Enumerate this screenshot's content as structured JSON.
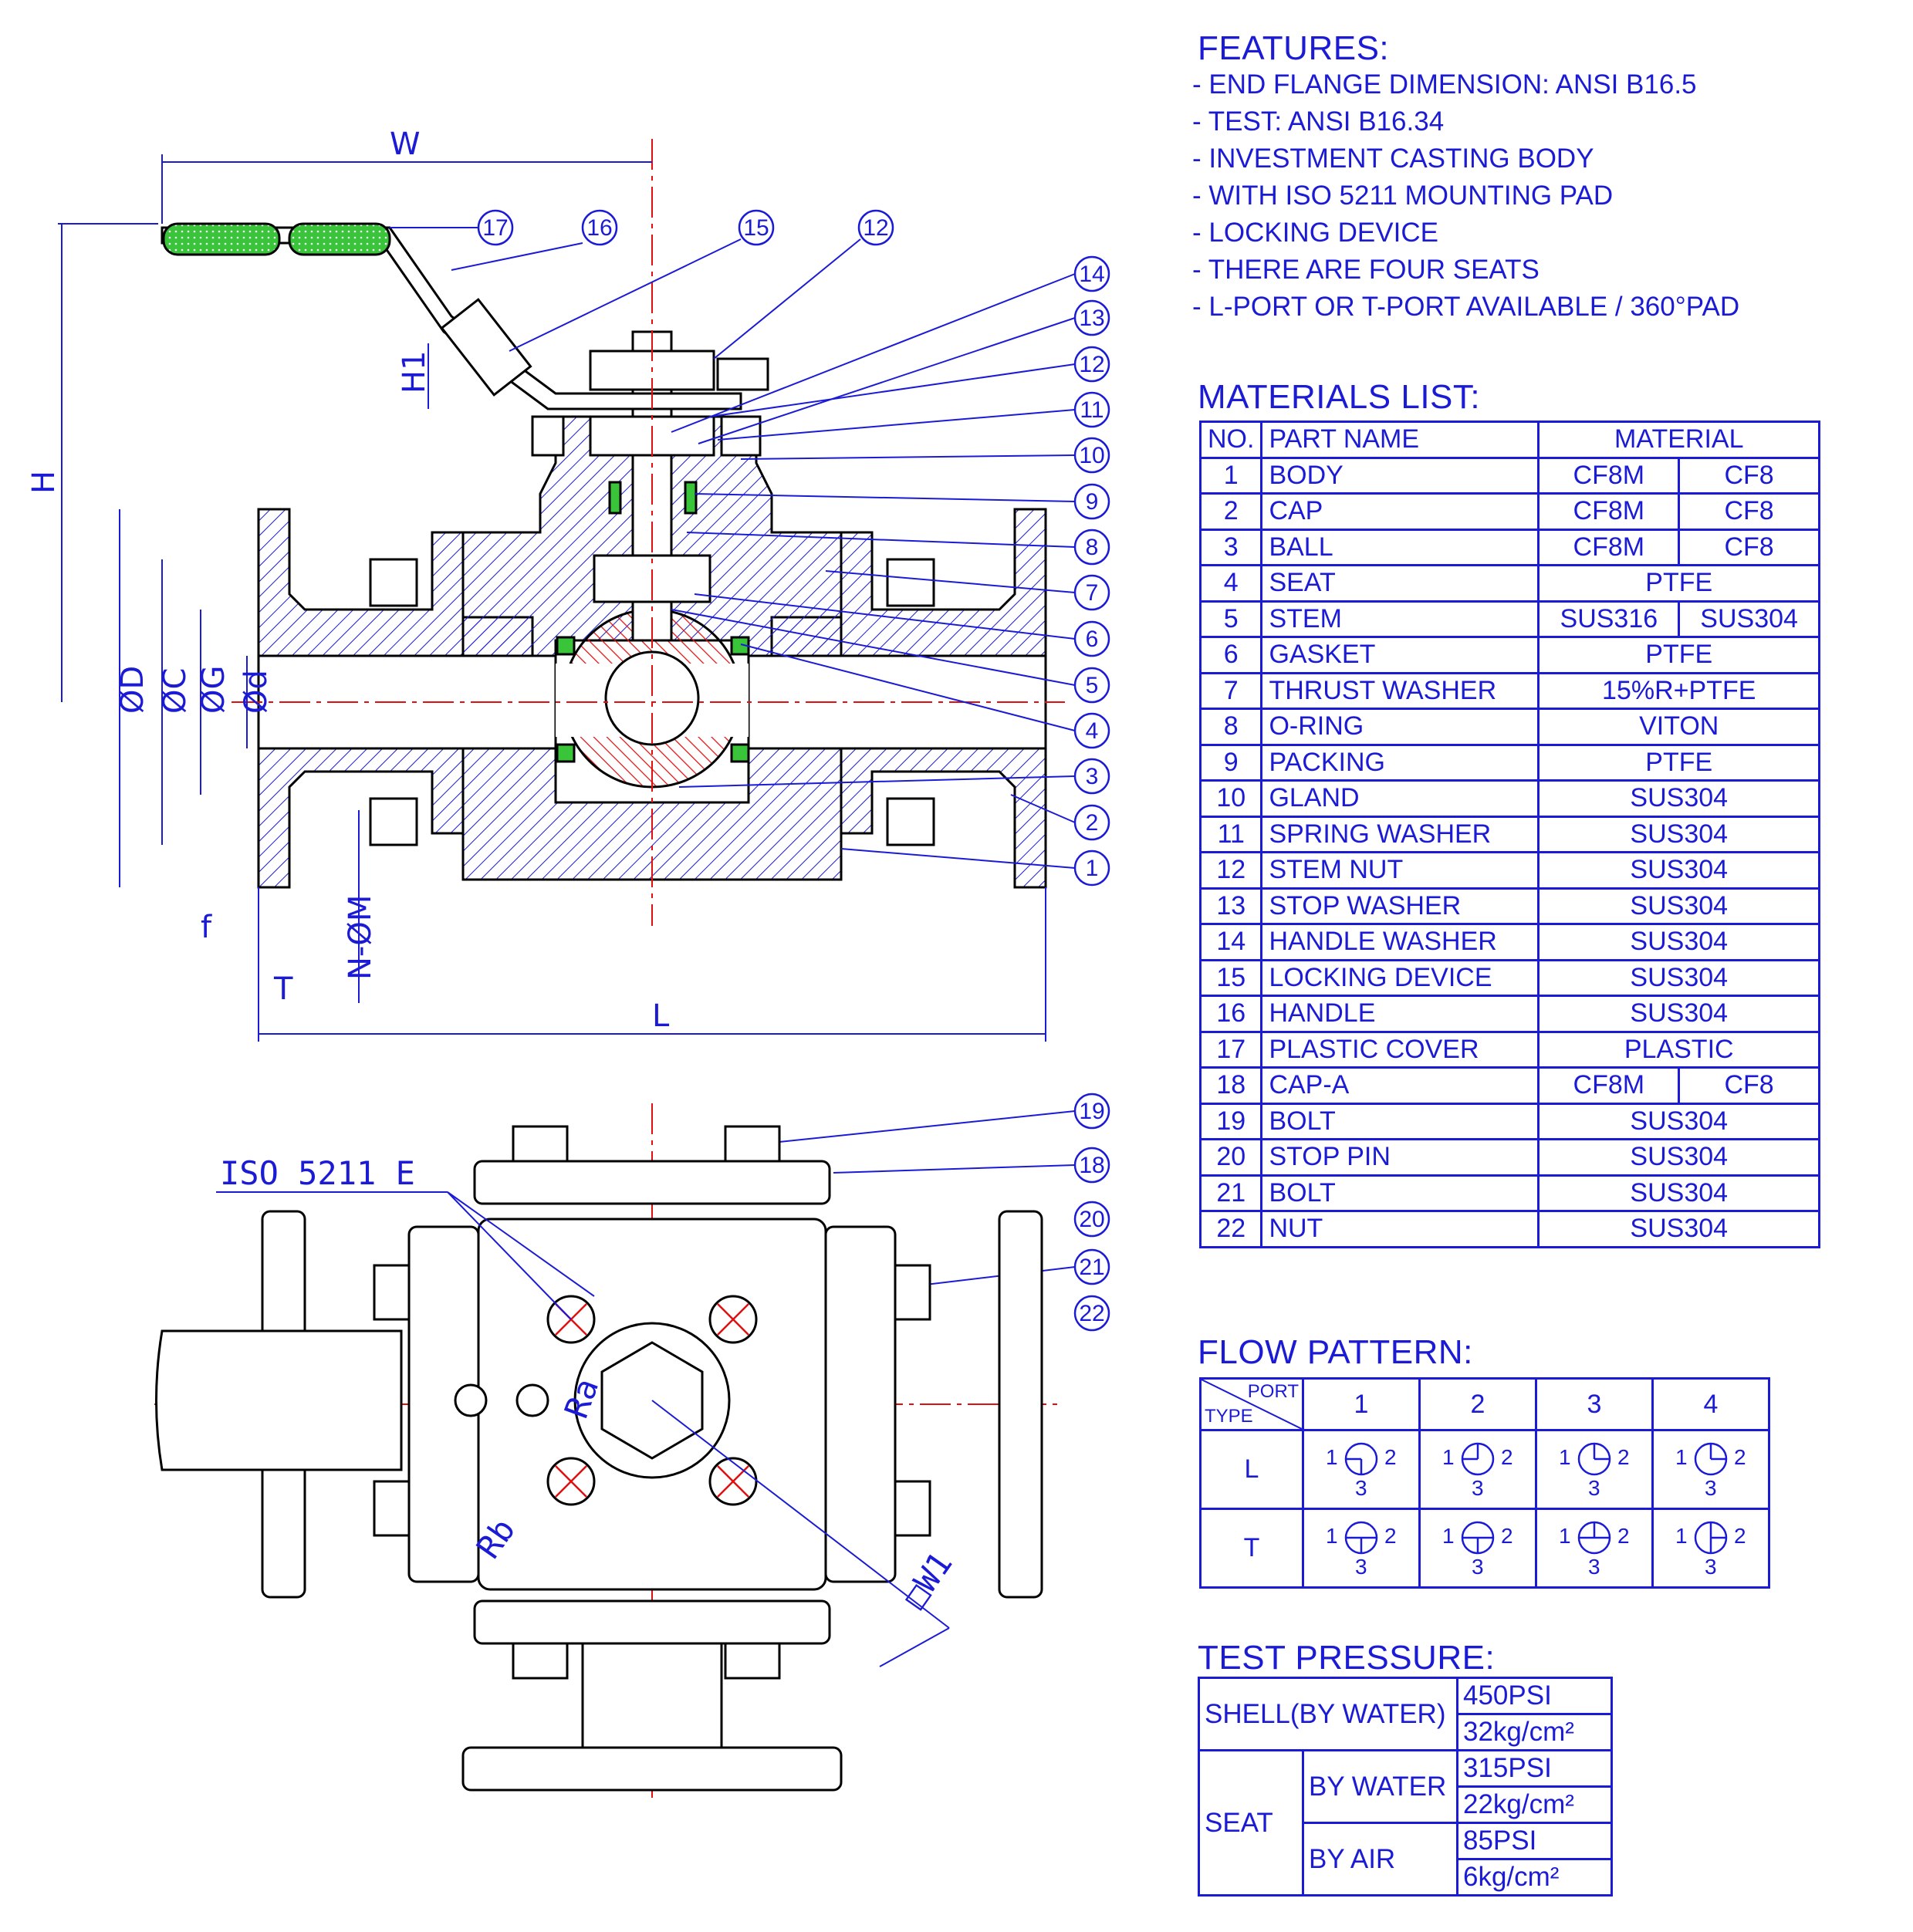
{
  "features": {
    "title": "FEATURES:",
    "items": [
      "END FLANGE DIMENSION: ANSI B16.5",
      "TEST: ANSI B16.34",
      "INVESTMENT CASTING BODY",
      "WITH ISO 5211 MOUNTING PAD",
      "LOCKING DEVICE",
      "THERE ARE FOUR SEATS",
      "L-PORT OR T-PORT AVAILABLE /  360°PAD"
    ]
  },
  "materials": {
    "title": "MATERIALS LIST:",
    "headers": [
      "NO.",
      "PART NAME",
      "MATERIAL"
    ],
    "rows": [
      {
        "no": "1",
        "name": "BODY",
        "m1": "CF8M",
        "m2": "CF8"
      },
      {
        "no": "2",
        "name": "CAP",
        "m1": "CF8M",
        "m2": "CF8"
      },
      {
        "no": "3",
        "name": "BALL",
        "m1": "CF8M",
        "m2": "CF8"
      },
      {
        "no": "4",
        "name": "SEAT",
        "m": "PTFE"
      },
      {
        "no": "5",
        "name": "STEM",
        "m1": "SUS316",
        "m2": "SUS304"
      },
      {
        "no": "6",
        "name": "GASKET",
        "m": "PTFE"
      },
      {
        "no": "7",
        "name": "THRUST WASHER",
        "m": "15%R+PTFE"
      },
      {
        "no": "8",
        "name": "O-RING",
        "m": "VITON"
      },
      {
        "no": "9",
        "name": "PACKING",
        "m": "PTFE"
      },
      {
        "no": "10",
        "name": "GLAND",
        "m": "SUS304"
      },
      {
        "no": "11",
        "name": "SPRING WASHER",
        "m": "SUS304"
      },
      {
        "no": "12",
        "name": "STEM NUT",
        "m": "SUS304"
      },
      {
        "no": "13",
        "name": "STOP WASHER",
        "m": "SUS304"
      },
      {
        "no": "14",
        "name": "HANDLE WASHER",
        "m": "SUS304"
      },
      {
        "no": "15",
        "name": "LOCKING DEVICE",
        "m": "SUS304"
      },
      {
        "no": "16",
        "name": "HANDLE",
        "m": "SUS304"
      },
      {
        "no": "17",
        "name": "PLASTIC COVER",
        "m": "PLASTIC"
      },
      {
        "no": "18",
        "name": "CAP-A",
        "m1": "CF8M",
        "m2": "CF8"
      },
      {
        "no": "19",
        "name": "BOLT",
        "m": "SUS304"
      },
      {
        "no": "20",
        "name": "STOP PIN",
        "m": "SUS304"
      },
      {
        "no": "21",
        "name": "BOLT",
        "m": "SUS304"
      },
      {
        "no": "22",
        "name": "NUT",
        "m": "SUS304"
      }
    ]
  },
  "flow": {
    "title": "FLOW PATTERN:",
    "corner_port": "PORT",
    "corner_type": "TYPE",
    "ports": [
      "1",
      "2",
      "3",
      "4"
    ],
    "types": [
      "L",
      "T"
    ],
    "pos_labels": [
      "1",
      "2",
      "3"
    ]
  },
  "pressure": {
    "title": "TEST PRESSURE:",
    "shell": "SHELL(BY WATER)",
    "shell_psi": "450PSI",
    "shell_kg": "32kg/cm²",
    "seat": "SEAT",
    "by_water": "BY WATER",
    "water_psi": "315PSI",
    "water_kg": "22kg/cm²",
    "by_air": "BY AIR",
    "air_psi": "85PSI",
    "air_kg": "6kg/cm²"
  },
  "drawing": {
    "dims": {
      "W": "W",
      "H": "H",
      "H1": "H1",
      "D": "ØD",
      "C": "ØC",
      "G": "ØG",
      "d": "Ød",
      "f": "f",
      "T": "T",
      "NM": "N-ØM",
      "L": "L"
    },
    "iso": "ISO 5211 E",
    "top_dims": {
      "Ra": "Ra",
      "Rb": "Rb",
      "W1": "□W1"
    },
    "balloons": [
      "1",
      "2",
      "3",
      "4",
      "5",
      "6",
      "7",
      "8",
      "9",
      "10",
      "11",
      "12",
      "13",
      "14",
      "15",
      "16",
      "17",
      "12",
      "19",
      "18",
      "20",
      "21",
      "22"
    ]
  },
  "colors": {
    "ink": "#1b1bd6",
    "outline": "#000000",
    "center": "#e01010",
    "green": "#39c439"
  }
}
